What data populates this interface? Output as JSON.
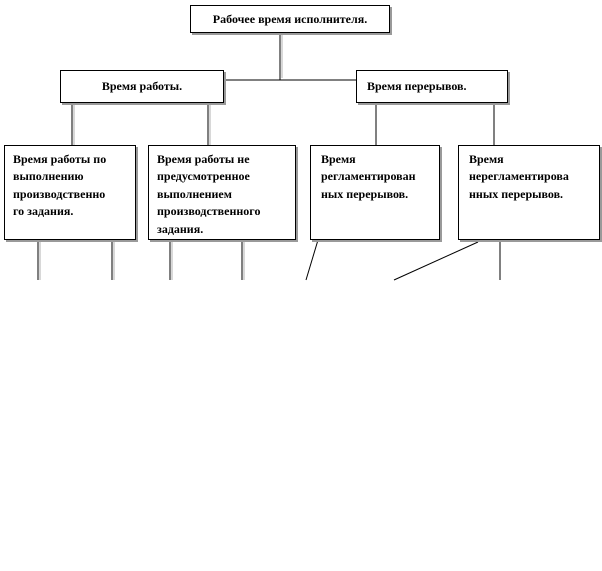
{
  "diagram": {
    "root": "Рабочее время исполнителя.",
    "level1": {
      "work": "Время работы.",
      "breaks": "Время перерывов."
    },
    "level2": [
      {
        "lines": [
          "Время работы по",
          "выполнению",
          "производственно",
          "го задания."
        ]
      },
      {
        "lines": [
          "Время работы не",
          "предусмотренное",
          "выполнением",
          "производственного",
          "задания."
        ]
      },
      {
        "lines": [
          "Время",
          "регламентирован",
          "ных перерывов."
        ]
      },
      {
        "lines": [
          "Время",
          "нерегламентирова",
          "нных перерывов."
        ]
      }
    ]
  }
}
